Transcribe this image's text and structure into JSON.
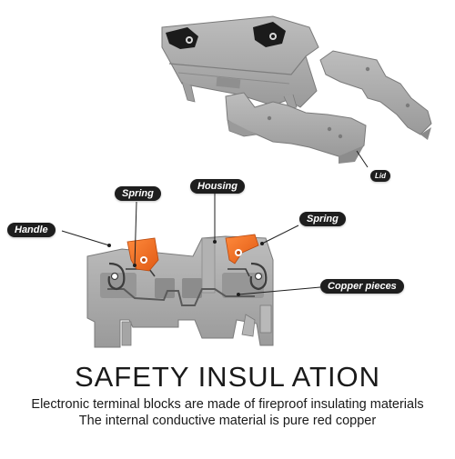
{
  "labels": {
    "lid": "Lid",
    "spring_left": "Spring",
    "housing": "Housing",
    "spring_right": "Spring",
    "handle": "Handle",
    "copper": "Copper pieces"
  },
  "headline": "SAFETY INSUL ATION",
  "description": [
    "Electronic terminal blocks are made of fireproof insulating materials",
    "The internal conductive material is pure red copper"
  ],
  "colors": {
    "housing": "#a9a9a9",
    "housing_dark": "#8c8c8c",
    "handle": "#f26b21",
    "callout_bg": "#1e1e1e"
  }
}
